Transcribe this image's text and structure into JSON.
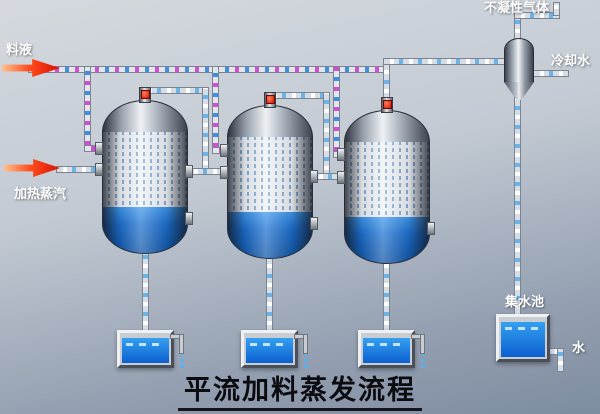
{
  "title": "平流加料蒸发流程",
  "labels": {
    "feed": "料液",
    "heating_steam": "加热蒸汽",
    "non_condensable_gas": "不凝性气体",
    "cooling_water": "冷却水",
    "water_pool": "集水池",
    "water": "水"
  },
  "colors": {
    "background_top": "#d4d9de",
    "background_bottom": "#7e8ca0",
    "liquid_blue": "#1b6fd0",
    "tank_water_blue": "#1a7fe0",
    "arrow_red": "#dd0e00",
    "pipe_dash_magenta": "#cf4fd4",
    "pipe_dash_blue": "#3f8fe0",
    "valve_cap_red": "#d01200"
  }
}
